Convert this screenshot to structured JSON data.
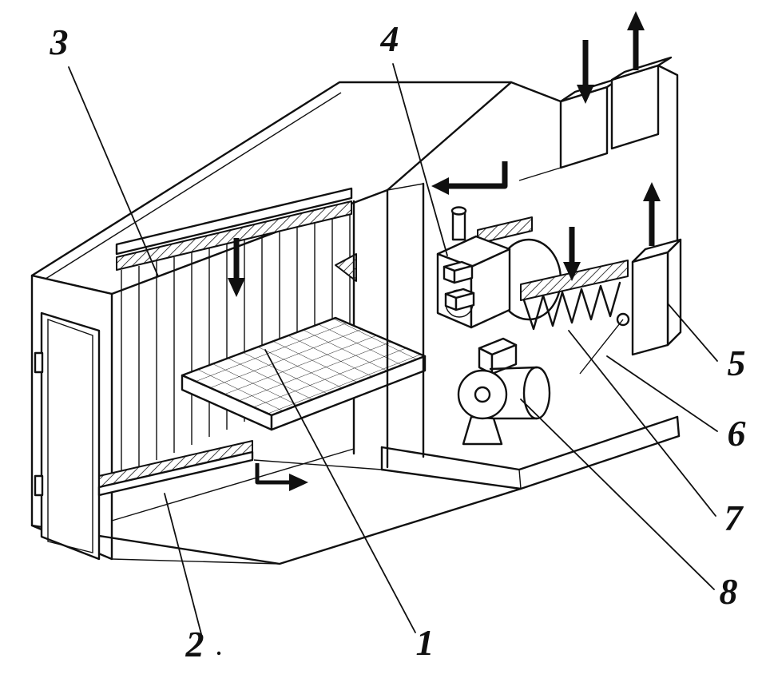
{
  "page": {
    "background": "#ffffff",
    "ink": "#101010"
  },
  "diagram": {
    "kind": "isometric-cutaway-technical-line-drawing",
    "callouts": [
      {
        "number": "1"
      },
      {
        "number": "2"
      },
      {
        "number": "3"
      },
      {
        "number": "4"
      },
      {
        "number": "5"
      },
      {
        "number": "6"
      },
      {
        "number": "7"
      },
      {
        "number": "8"
      }
    ],
    "airflow_arrow_icons": [
      "down-arrow-into-intake-duct",
      "up-arrow-out-of-exhaust-duct",
      "left-arrow-recirculation",
      "down-arrow-inside-chamber",
      "down-arrow-over-heater-element",
      "up-arrow-right-duct",
      "right-arrow-under-chamber"
    ]
  }
}
